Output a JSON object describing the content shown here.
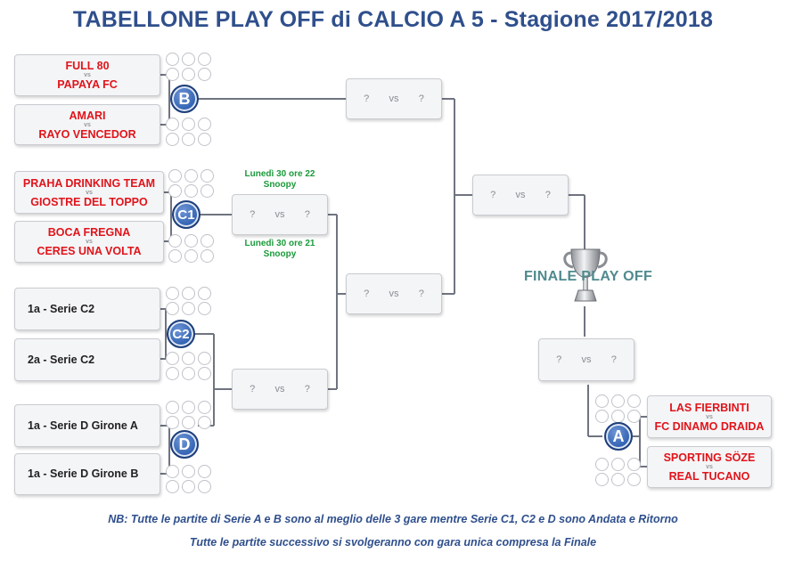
{
  "title": "TABELLONE PLAY OFF di CALCIO A 5 - Stagione 2017/2018",
  "vs": "vs",
  "question": "?",
  "groups": {
    "B": "B",
    "C1": "C1",
    "C2": "C2",
    "D": "D",
    "A": "A"
  },
  "matches": {
    "b1": {
      "home": "FULL 80",
      "away": "PAPAYA FC"
    },
    "b2": {
      "home": "AMARI",
      "away": "RAYO VENCEDOR"
    },
    "c1a": {
      "home": "PRAHA DRINKING TEAM",
      "away": "GIOSTRE DEL TOPPO"
    },
    "c1b": {
      "home": "BOCA FREGNA",
      "away": "CERES UNA VOLTA"
    },
    "c2a": "1a - Serie C2",
    "c2b": "2a - Serie C2",
    "da": "1a - Serie D Girone A",
    "db": "1a - Serie D Girone B",
    "a1": {
      "home": "LAS FIERBINTI",
      "away": "FC DINAMO DRAIDA"
    },
    "a2": {
      "home": "SPORTING SÖZE",
      "away": "REAL TUCANO"
    }
  },
  "notes": {
    "c1_top_line1": "Lunedì 30 ore 22",
    "c1_top_line2": "Snoopy",
    "c1_bot_line1": "Lunedì 30 ore 21",
    "c1_bot_line2": "Snoopy"
  },
  "final_label": "FINALE PLAY OFF",
  "footer": {
    "line1": "NB: Tutte le partite di Serie A e B sono al meglio delle 3 gare mentre Serie C1, C2 e D  sono Andata e Ritorno",
    "line2": "Tutte le partite successivo si svolgeranno con gara unica compresa la Finale"
  },
  "colors": {
    "title": "#2f4f8c",
    "team": "#e0141a",
    "note": "#1a9a3a",
    "badge": "#2e5fb0"
  }
}
